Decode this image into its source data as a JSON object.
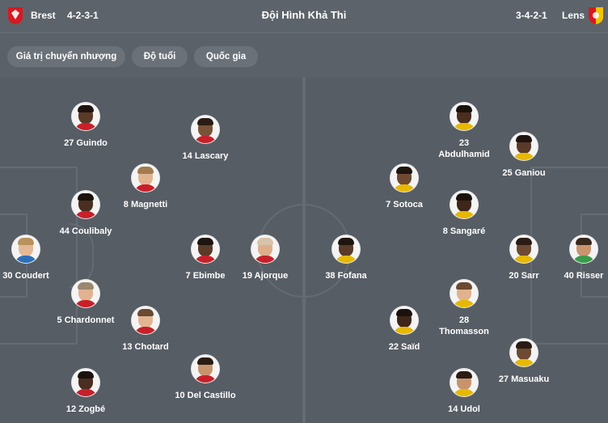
{
  "header": {
    "title": "Đội Hình Khả Thi",
    "home": {
      "name": "Brest",
      "formation": "4-2-3-1",
      "crest_icon": "brest-crest-icon",
      "color": "#d71920"
    },
    "away": {
      "name": "Lens",
      "formation": "3-4-2-1",
      "crest_icon": "lens-crest-icon",
      "color": "#f3c300"
    }
  },
  "filters": [
    "Giá trị chuyển nhượng",
    "Độ tuổi",
    "Quốc gia"
  ],
  "home_players": [
    {
      "label": "27 Guindo"
    },
    {
      "label": "14 Lascary"
    },
    {
      "label": "8 Magnetti"
    },
    {
      "label": "44 Coulibaly"
    },
    {
      "label": "30 Coudert"
    },
    {
      "label": "7 Ebimbe"
    },
    {
      "label": "19 Ajorque"
    },
    {
      "label": "5 Chardonnet"
    },
    {
      "label": "13 Chotard"
    },
    {
      "label": "10 Del Castillo"
    },
    {
      "label": "12 Zogbé"
    }
  ],
  "away_players": [
    {
      "label": "23\nAbdulhamid"
    },
    {
      "label": "25 Ganiou"
    },
    {
      "label": "7 Sotoca"
    },
    {
      "label": "8 Sangaré"
    },
    {
      "label": "38 Fofana"
    },
    {
      "label": "20 Sarr"
    },
    {
      "label": "40 Risser"
    },
    {
      "label": "28\nThomasson"
    },
    {
      "label": "22 Saïd"
    },
    {
      "label": "27 Masuaku"
    },
    {
      "label": "14 Udol"
    }
  ]
}
